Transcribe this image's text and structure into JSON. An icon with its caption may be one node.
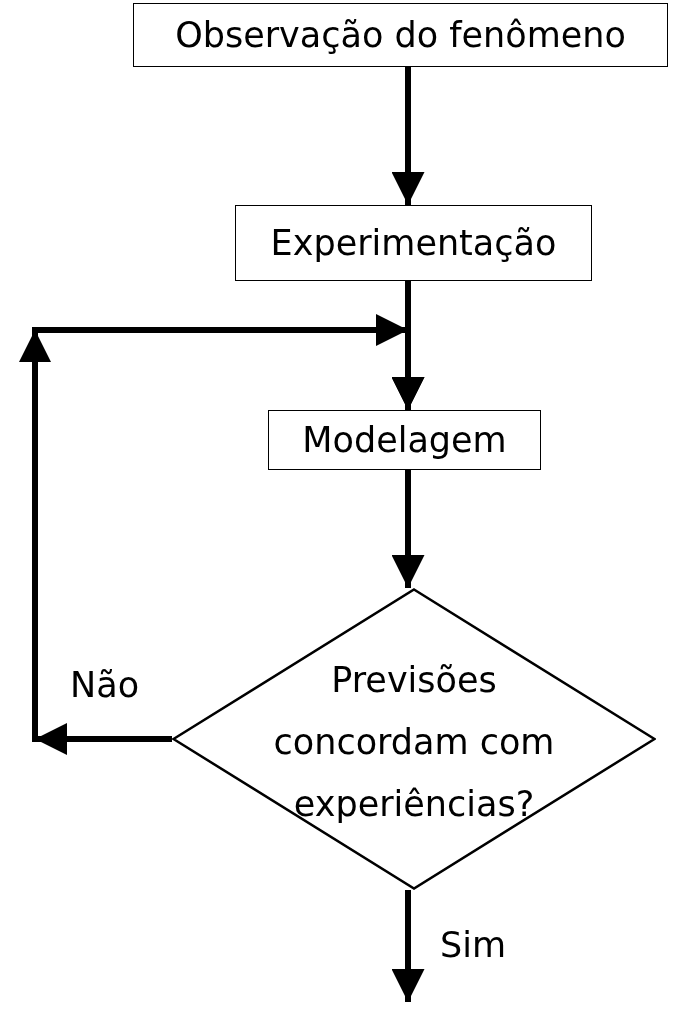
{
  "diagram": {
    "nodes": [
      {
        "text": [
          "Observação do fenômeno"
        ]
      },
      {
        "text": [
          "Experimentação"
        ]
      },
      {
        "text": [
          "Modelagem"
        ]
      },
      {
        "text": [
          "Previsões concordam com experiências?"
        ]
      }
    ],
    "edges": [
      {
        "from": 0,
        "to": 1,
        "arrow": "to"
      },
      {
        "from": 1,
        "to": 2,
        "arrow": "to"
      },
      {
        "from": 2,
        "to": 3,
        "arrow": "to"
      },
      {
        "from": 3,
        "to": 2,
        "arrow": "to",
        "label": "Não"
      },
      {
        "from": 3,
        "to": null,
        "arrow": "to",
        "label": "Sim"
      }
    ]
  }
}
